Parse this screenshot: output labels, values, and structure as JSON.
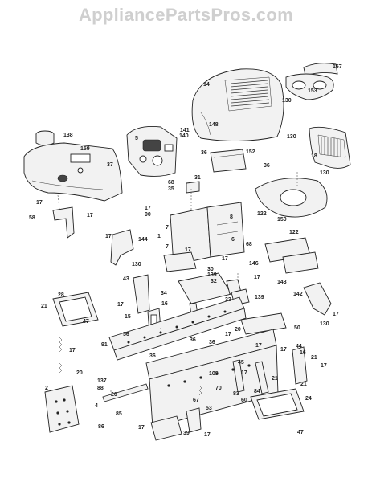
{
  "site_title": "AppliancePartsPros.com",
  "part_labels": [
    "157",
    "14",
    "153",
    "130",
    "148",
    "138",
    "141",
    "140",
    "5",
    "159",
    "37",
    "130",
    "18",
    "130",
    "36",
    "152",
    "36",
    "31",
    "68",
    "35",
    "17",
    "90",
    "58",
    "17",
    "17",
    "122",
    "150",
    "122",
    "7",
    "8",
    "1",
    "6",
    "7",
    "68",
    "17",
    "17",
    "144",
    "130",
    "146",
    "17",
    "30",
    "143",
    "43",
    "139",
    "32",
    "17",
    "28",
    "34",
    "142",
    "21",
    "17",
    "16",
    "33",
    "139",
    "17",
    "47",
    "15",
    "56",
    "20",
    "50",
    "17",
    "130",
    "91",
    "36",
    "36",
    "17",
    "17",
    "36",
    "44",
    "17",
    "16",
    "21",
    "17",
    "20",
    "45",
    "21",
    "137",
    "88",
    "20",
    "17",
    "21",
    "108",
    "70",
    "67",
    "53",
    "83",
    "60",
    "84",
    "2",
    "4",
    "85",
    "24",
    "86",
    "17",
    "39",
    "17",
    "47"
  ]
}
